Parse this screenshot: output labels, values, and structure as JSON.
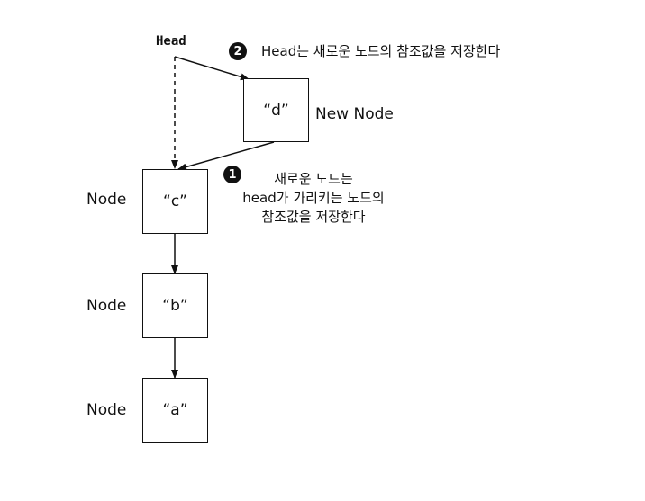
{
  "head_label": "Head",
  "new_node": {
    "value": "“d”",
    "label": "New Node"
  },
  "nodes": [
    {
      "value": "“c”",
      "label": "Node"
    },
    {
      "value": "“b”",
      "label": "Node"
    },
    {
      "value": "“a”",
      "label": "Node"
    }
  ],
  "steps": {
    "step1": {
      "number": "1",
      "lines": [
        "새로운 노드는",
        "head가 가리키는 노드의",
        "참조값을 저장한다"
      ]
    },
    "step2": {
      "number": "2",
      "text": "Head는 새로운 노드의 참조값을 저장한다"
    }
  },
  "colors": {
    "line": "#111111",
    "background": "#ffffff"
  }
}
